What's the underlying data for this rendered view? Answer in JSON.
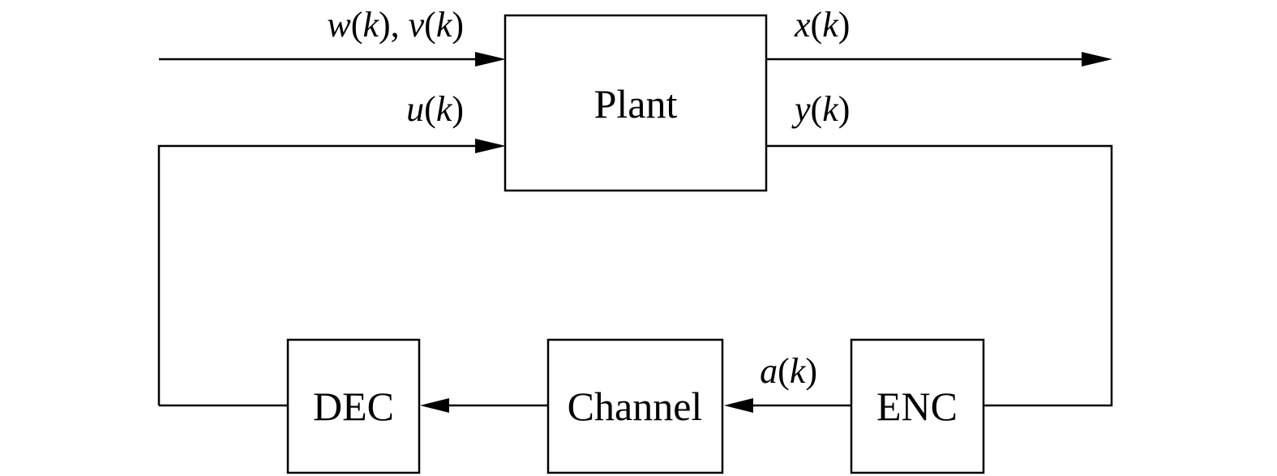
{
  "blocks": {
    "plant": "Plant",
    "dec": "DEC",
    "channel": "Channel",
    "enc": "ENC"
  },
  "signals": {
    "disturbance": {
      "var1": "w",
      "var2": "v",
      "arg": "k"
    },
    "control": {
      "var": "u",
      "arg": "k"
    },
    "state": {
      "var": "x",
      "arg": "k"
    },
    "output": {
      "var": "y",
      "arg": "k"
    },
    "encoded": {
      "var": "a",
      "arg": "k"
    }
  }
}
